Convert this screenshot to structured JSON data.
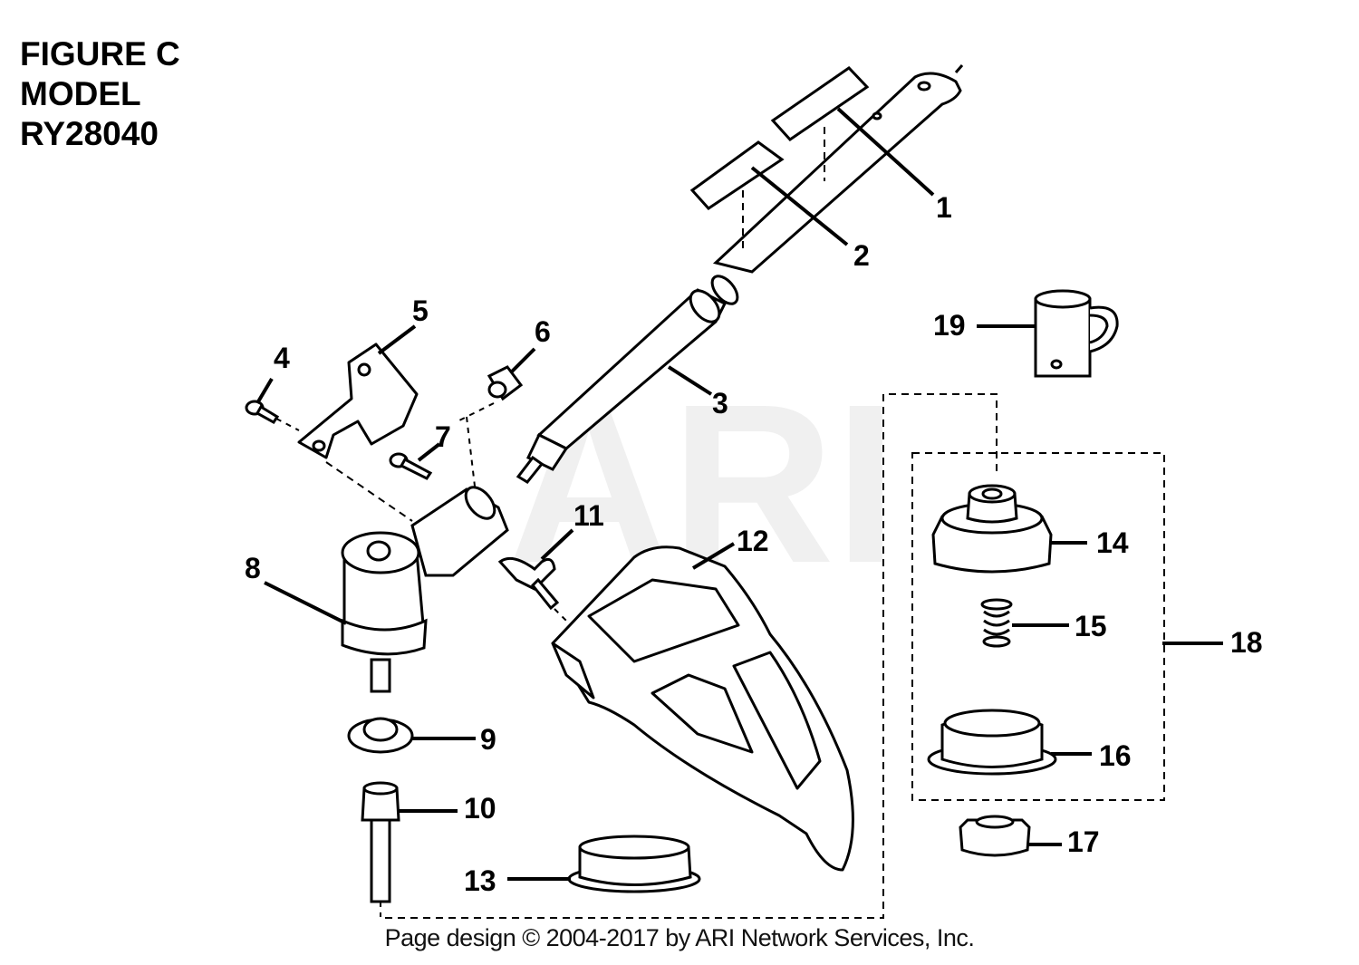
{
  "title": {
    "line1": "FIGURE C",
    "line2": "MODEL",
    "line3": "RY28040"
  },
  "watermark": "ARI",
  "footer": "Page design © 2004-2017 by ARI Network Services, Inc.",
  "callouts": {
    "p1": "1",
    "p2": "2",
    "p3": "3",
    "p4": "4",
    "p5": "5",
    "p6": "6",
    "p7": "7",
    "p8": "8",
    "p9": "9",
    "p10": "10",
    "p11": "11",
    "p12": "12",
    "p13": "13",
    "p14": "14",
    "p15": "15",
    "p16": "16",
    "p17": "17",
    "p18": "18",
    "p19": "19"
  }
}
